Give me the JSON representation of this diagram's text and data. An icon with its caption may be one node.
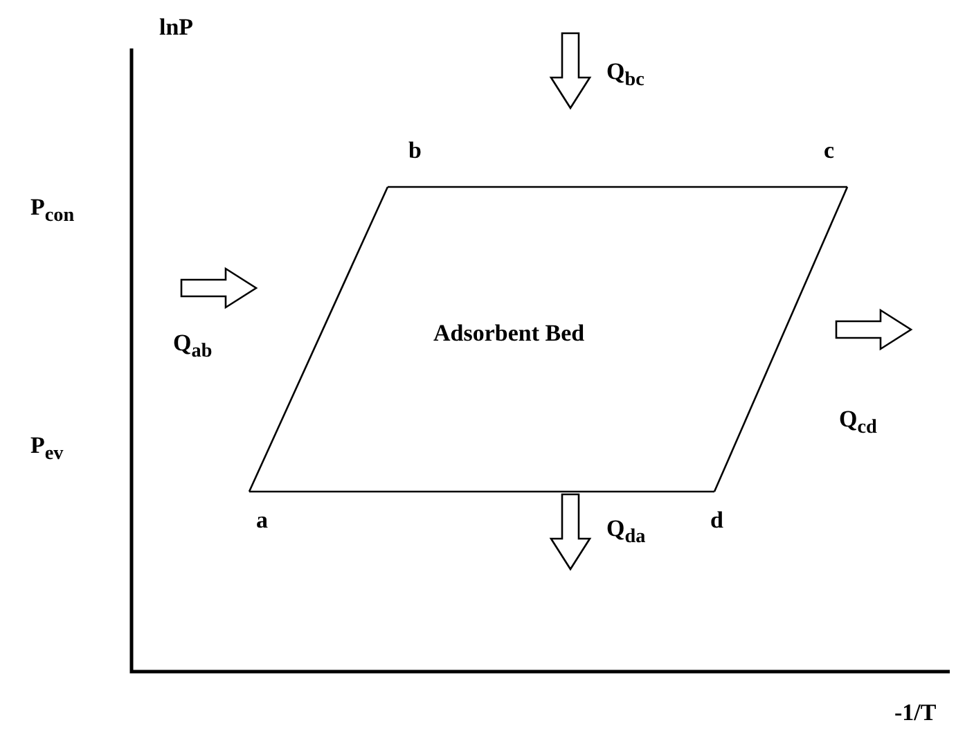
{
  "diagram": {
    "nodes": [
      {
        "text": [
          "a"
        ]
      },
      {
        "text": [
          "b"
        ]
      },
      {
        "text": [
          "c"
        ]
      },
      {
        "text": [
          "d"
        ]
      }
    ],
    "edges": [
      {
        "from": 0,
        "to": 1,
        "arrow": "none"
      },
      {
        "from": 1,
        "to": 2,
        "arrow": "none"
      },
      {
        "from": 2,
        "to": 3,
        "arrow": "none"
      },
      {
        "from": 3,
        "to": 0,
        "arrow": "none"
      }
    ],
    "labels": [
      "lnP",
      "Q$_{bc}$",
      "P$_{con}$",
      "Q$_{ab}$",
      "Adsorbent Bed",
      "Q$_{cd}$",
      "P$_{ev}$",
      "Q$_{da}$",
      "-1/T"
    ]
  }
}
